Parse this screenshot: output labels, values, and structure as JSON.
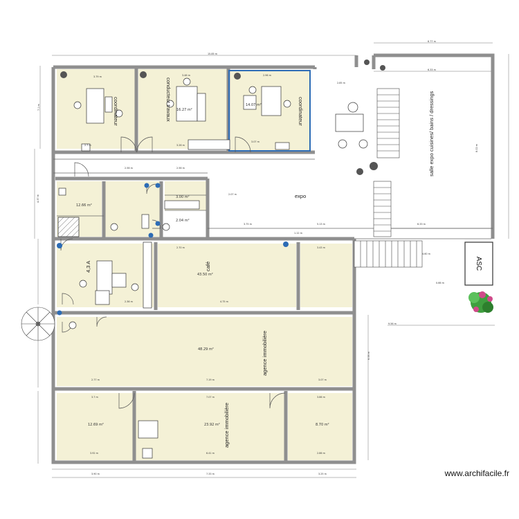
{
  "watermark": "www.archifacile.fr",
  "rooms": {
    "coordinateur_1": "coordinateur",
    "conducteur_travaux": "conducteur travaux",
    "coordinateur_2": "coordinateur",
    "expo": "expo",
    "salle_expo": "salle expo cuisines/ bains / dressings",
    "cafe": "café",
    "agence_1": "agence immobilière",
    "agence_2": "agence immobilière",
    "asc": "ASC",
    "bureau_a": "4,3 A"
  },
  "areas": {
    "a_conducteur": "16.27 m²",
    "a_coord2": "14.07 m²",
    "a_sanit": "12.66 m²",
    "a_small1": "3.00 m²",
    "a_small2": "2.04 m²",
    "a_cafe": "43.50 m²",
    "a_agence1": "48.29 m²",
    "a_b1": "12.69 m²",
    "a_b2": "23.92 m²",
    "a_b3": "8.70 m²"
  },
  "dimensions": {
    "top_total": "15.85 m",
    "top_right": "6.77 m",
    "top_right_inner": "6.33 m",
    "left_total": "7.1 m",
    "r1": "3.79 m",
    "r2": "3.46 m",
    "r3": "2.96 m",
    "r4": "2.7 m",
    "r5": "3.26 m",
    "r6": "3.07 m",
    "r7": "2.85 m",
    "r8": "2.56 m",
    "r9": "2.56 m",
    "r10": "2.07 m",
    "r11": "3.75 m",
    "r12": "5.13 m",
    "r13": "6.33 m",
    "r14": "4.37 m",
    "r15": "8.02 m",
    "r16": "2.70 m",
    "r17": "4.75 m",
    "r18": "2.36 m",
    "r19": "7.19 m",
    "r20": "3.07 m",
    "r21": "2.77 m",
    "r22": "3.43 m",
    "r23": "3.7 m",
    "r24": "7.07 m",
    "r25": "3.86 m",
    "r26": "6.41 m",
    "r27": "3.90 m",
    "r28": "3.92 m",
    "r29": "7.33 m",
    "r30": "3.25 m",
    "r31": "6.06 m",
    "r32": "0.66 m",
    "r33": "4.60 m",
    "r34": "2.86 m",
    "r35": "1.12 m",
    "r36": "9.56 m"
  }
}
